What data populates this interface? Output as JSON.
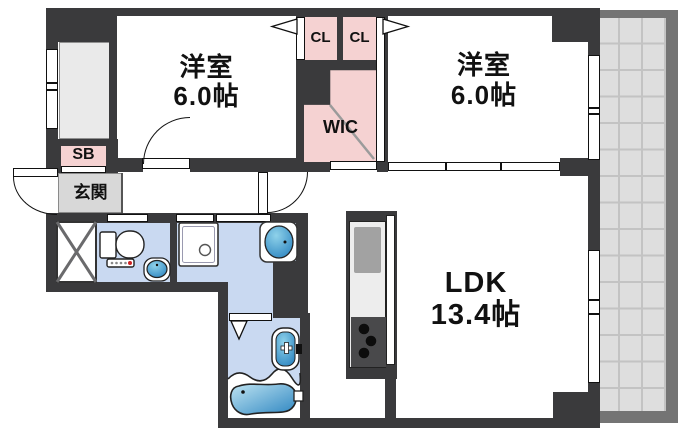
{
  "rooms": {
    "bedroom_left": {
      "name": "洋室",
      "size": "6.0帖"
    },
    "bedroom_right": {
      "name": "洋室",
      "size": "6.0帖"
    },
    "ldk": {
      "name": "LDK",
      "size": "13.4帖"
    },
    "closet_left": {
      "name": "CL"
    },
    "closet_right": {
      "name": "CL"
    },
    "walk_in_closet": {
      "name": "WIC"
    },
    "shoe_box": {
      "name": "SB"
    },
    "entrance": {
      "name": "玄関"
    }
  },
  "fixtures": [
    "toilet",
    "toilet-hand-basin",
    "washbasin-vanity",
    "washing-machine-pan",
    "bathtub",
    "bath-counter-basin",
    "kitchen-sink",
    "gas-stove-3-burner",
    "pipe-space-x",
    "balcony-tiles"
  ],
  "colors": {
    "wall": "#3a3a3c",
    "storage_pink": "#f5d2d2",
    "wet_area_blue": "#c9d9f1",
    "entrance_gray": "#d8d8d8",
    "porch_gray": "#eaeaea",
    "balcony_tile_gray": "#dedede",
    "balcony_rail_gray": "#747474",
    "fixture_blue": "#2e86c1"
  }
}
